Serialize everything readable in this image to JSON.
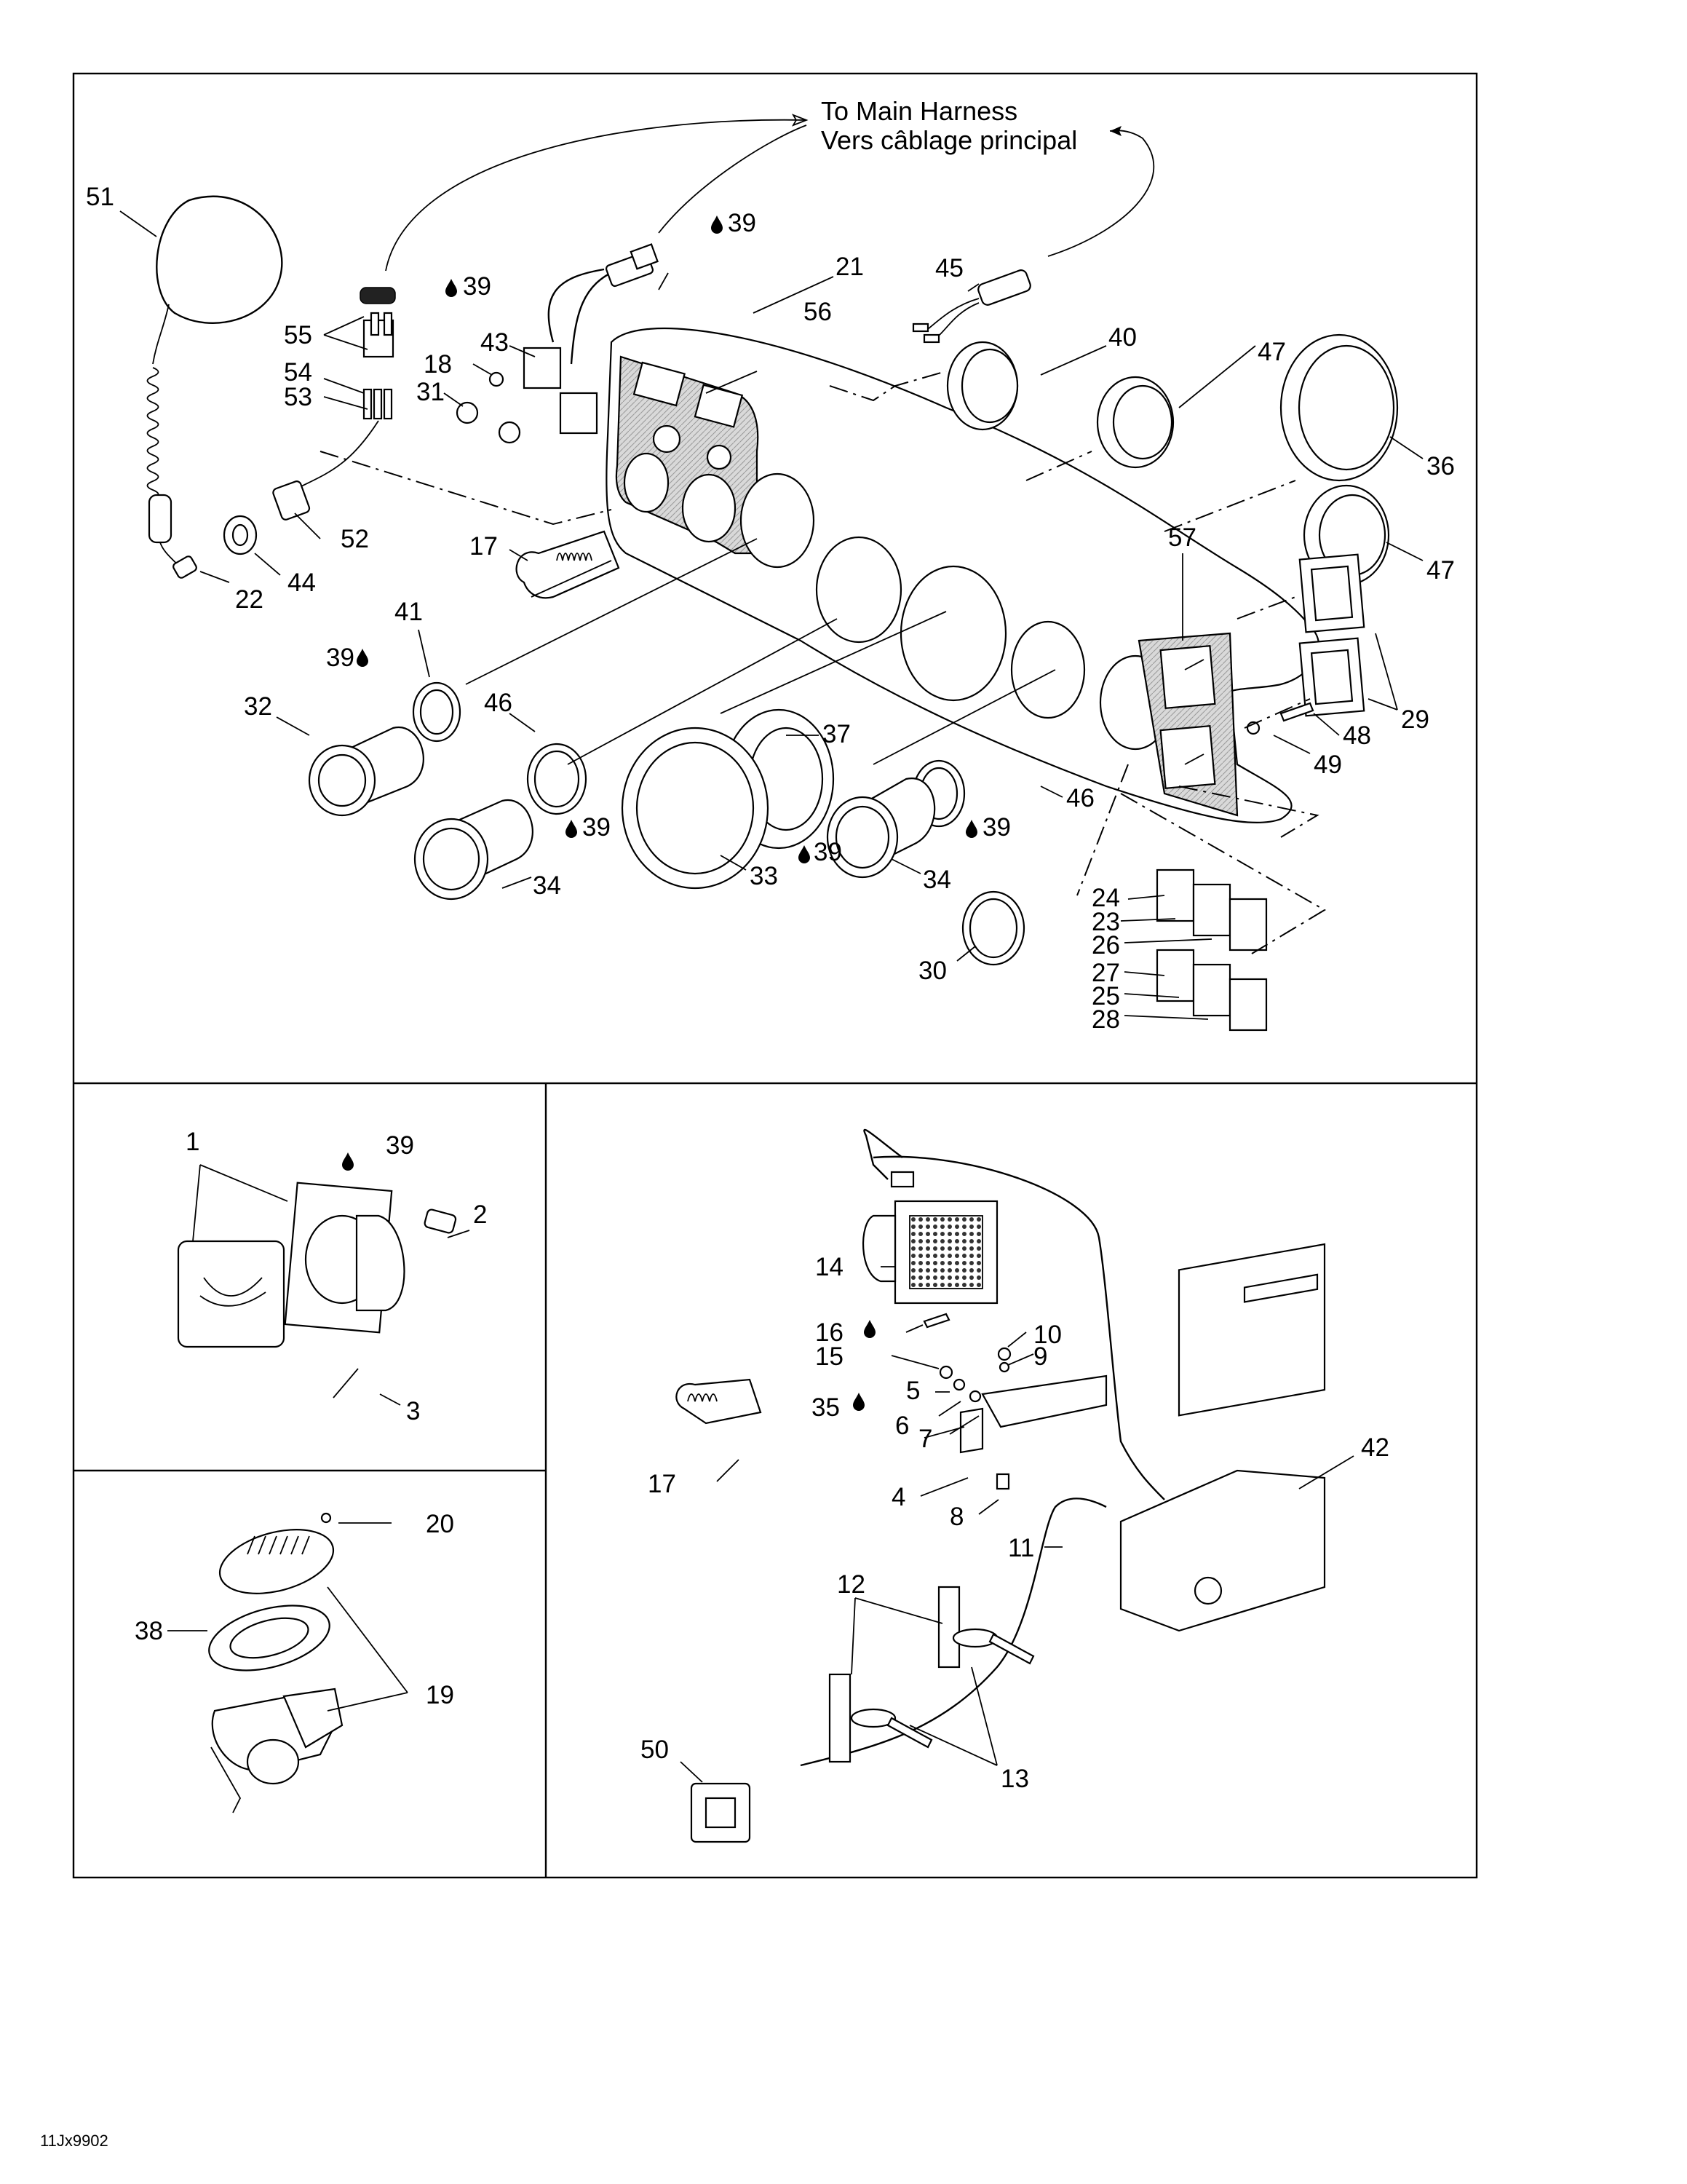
{
  "harness_note": {
    "line1": "To Main Harness",
    "line2": "Vers câblage principal"
  },
  "drawing_code": "11Jx9902",
  "callouts": {
    "c51": "51",
    "c39a": "39",
    "c39b": "39",
    "c21": "21",
    "c56": "56",
    "c45": "45",
    "c40": "40",
    "c47a": "47",
    "c55": "55",
    "c43": "43",
    "c18": "18",
    "c31": "31",
    "c54": "54",
    "c53": "53",
    "c52": "52",
    "c44": "44",
    "c22": "22",
    "c17a": "17",
    "c36": "36",
    "c47b": "47",
    "c57": "57",
    "c41": "41",
    "c39c": "39",
    "c32": "32",
    "c46a": "46",
    "c37": "37",
    "c34a": "34",
    "c39d": "39",
    "c33": "33",
    "c39e": "39",
    "c34b": "34",
    "c39f": "39",
    "c46b": "46",
    "c48": "48",
    "c49": "49",
    "c29": "29",
    "c24": "24",
    "c23": "23",
    "c26": "26",
    "c30": "30",
    "c27": "27",
    "c25": "25",
    "c28": "28",
    "c1": "1",
    "c39g": "39",
    "c2": "2",
    "c3": "3",
    "c20": "20",
    "c38": "38",
    "c19": "19",
    "c14": "14",
    "c16": "16",
    "c15": "15",
    "c10": "10",
    "c9": "9",
    "c5": "5",
    "c35": "35",
    "c6": "6",
    "c7": "7",
    "c17b": "17",
    "c4": "4",
    "c8": "8",
    "c42": "42",
    "c11": "11",
    "c12": "12",
    "c13": "13",
    "c50": "50"
  },
  "icons": {
    "drop": "drop-icon"
  }
}
